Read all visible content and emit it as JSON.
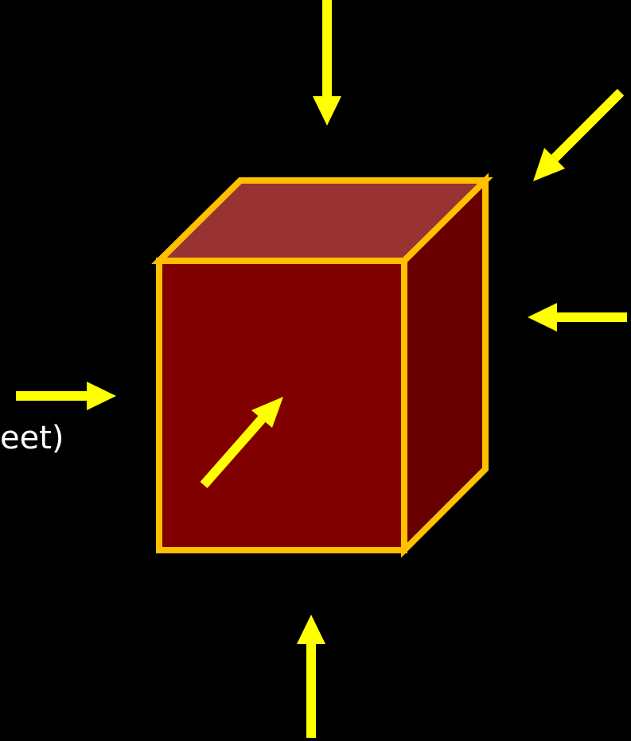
{
  "diagram": {
    "label_fragment": "eet)",
    "colors": {
      "background": "#000000",
      "arrow": "#ffff00",
      "cube_outline": "#ffc000",
      "cube_front": "#800000",
      "cube_top": "#993333",
      "cube_side": "#680000",
      "text": "#ffffff"
    },
    "arrows": [
      {
        "name": "arrow-top-pointing-down",
        "direction": "down"
      },
      {
        "name": "arrow-top-right-pointing-down-left",
        "direction": "down-left"
      },
      {
        "name": "arrow-right-pointing-left",
        "direction": "left"
      },
      {
        "name": "arrow-left-pointing-right",
        "direction": "right"
      },
      {
        "name": "arrow-bottom-pointing-up",
        "direction": "up"
      },
      {
        "name": "arrow-inside-cube-pointing-up-right",
        "direction": "up-right"
      }
    ]
  }
}
